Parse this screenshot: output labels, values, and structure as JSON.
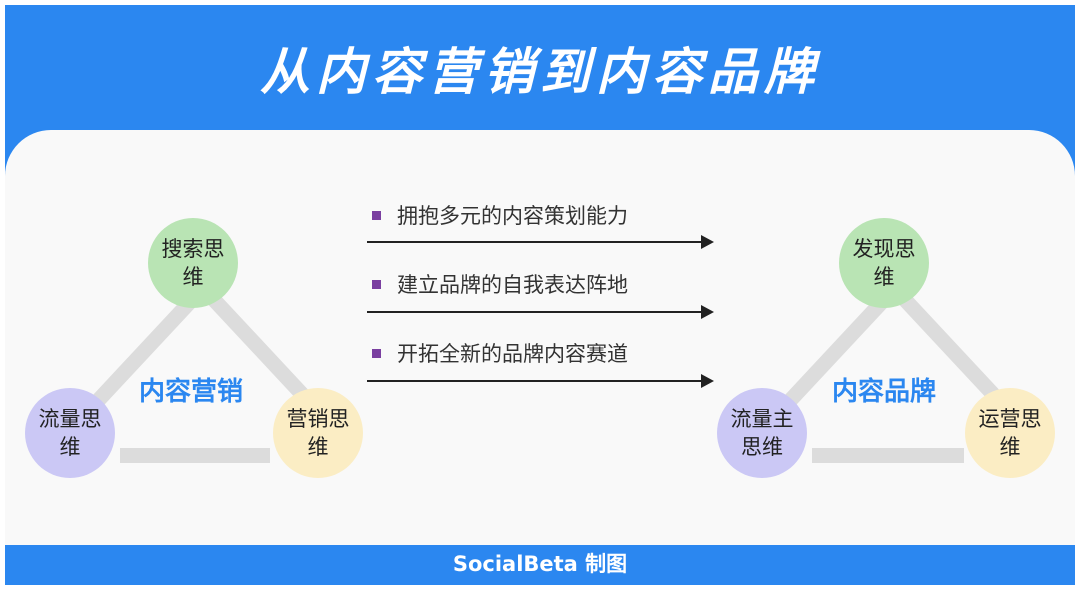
{
  "title": "从内容营销到内容品牌",
  "left": {
    "center": "内容营销",
    "top": "搜索思维",
    "bottom_left": "流量思维",
    "bottom_right": "营销思维"
  },
  "right": {
    "center": "内容品牌",
    "top": "发现思维",
    "bottom_left": "流量主思维",
    "bottom_right": "运营思维"
  },
  "arrows": [
    "拥抱多元的内容策划能力",
    "建立品牌的自我表达阵地",
    "开拓全新的品牌内容赛道"
  ],
  "footer": "SocialBeta 制图",
  "colors": {
    "brand": "#2b87f0",
    "bullet": "#7a3fa0"
  }
}
